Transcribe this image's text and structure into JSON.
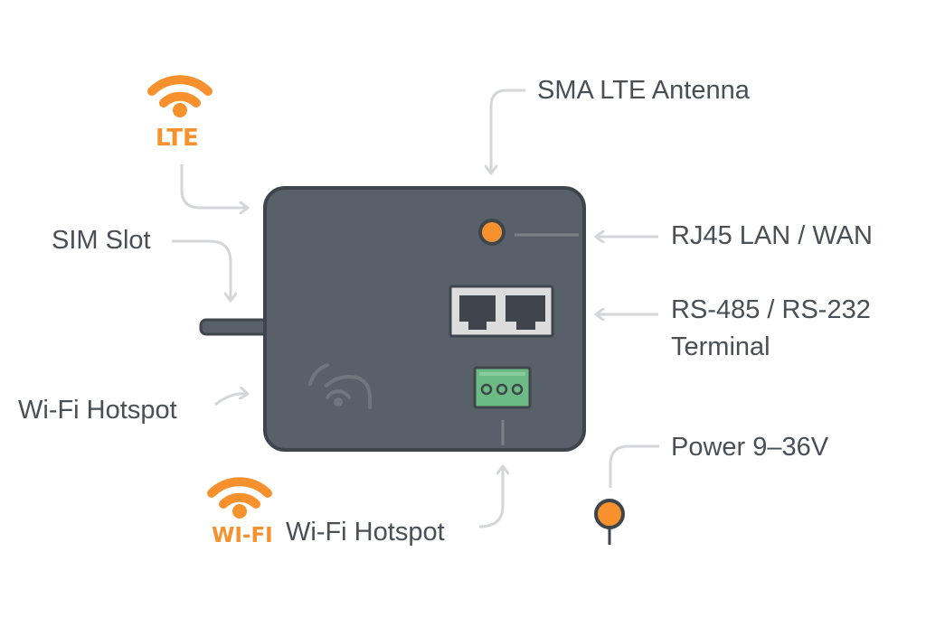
{
  "diagram": {
    "title": "LTE Router Ports Diagram",
    "colors": {
      "accent": "#f7912e",
      "device_body": "#58616a",
      "device_border": "#3e454c",
      "label_text": "#4a4f55",
      "arrow": "#d4d6d8",
      "terminal_green": "#6dbb84",
      "rj45_frame": "#dcdcdc"
    },
    "icons": {
      "lte": {
        "icon": "wifi-signal-icon",
        "text": "LTE"
      },
      "wifi": {
        "icon": "wifi-signal-icon",
        "text": "WI-FI"
      }
    },
    "labels": {
      "sma_antenna": "SMA LTE Antenna",
      "sim_slot": "SIM Slot",
      "rj45": "RJ45 LAN / WAN",
      "serial_line1": "RS-485 / RS-232",
      "serial_line2": "Terminal",
      "wifi_left": "Wi-Fi Hotspot",
      "wifi_bottom": "Wi-Fi Hotspot",
      "power": "Power 9–36V"
    }
  }
}
